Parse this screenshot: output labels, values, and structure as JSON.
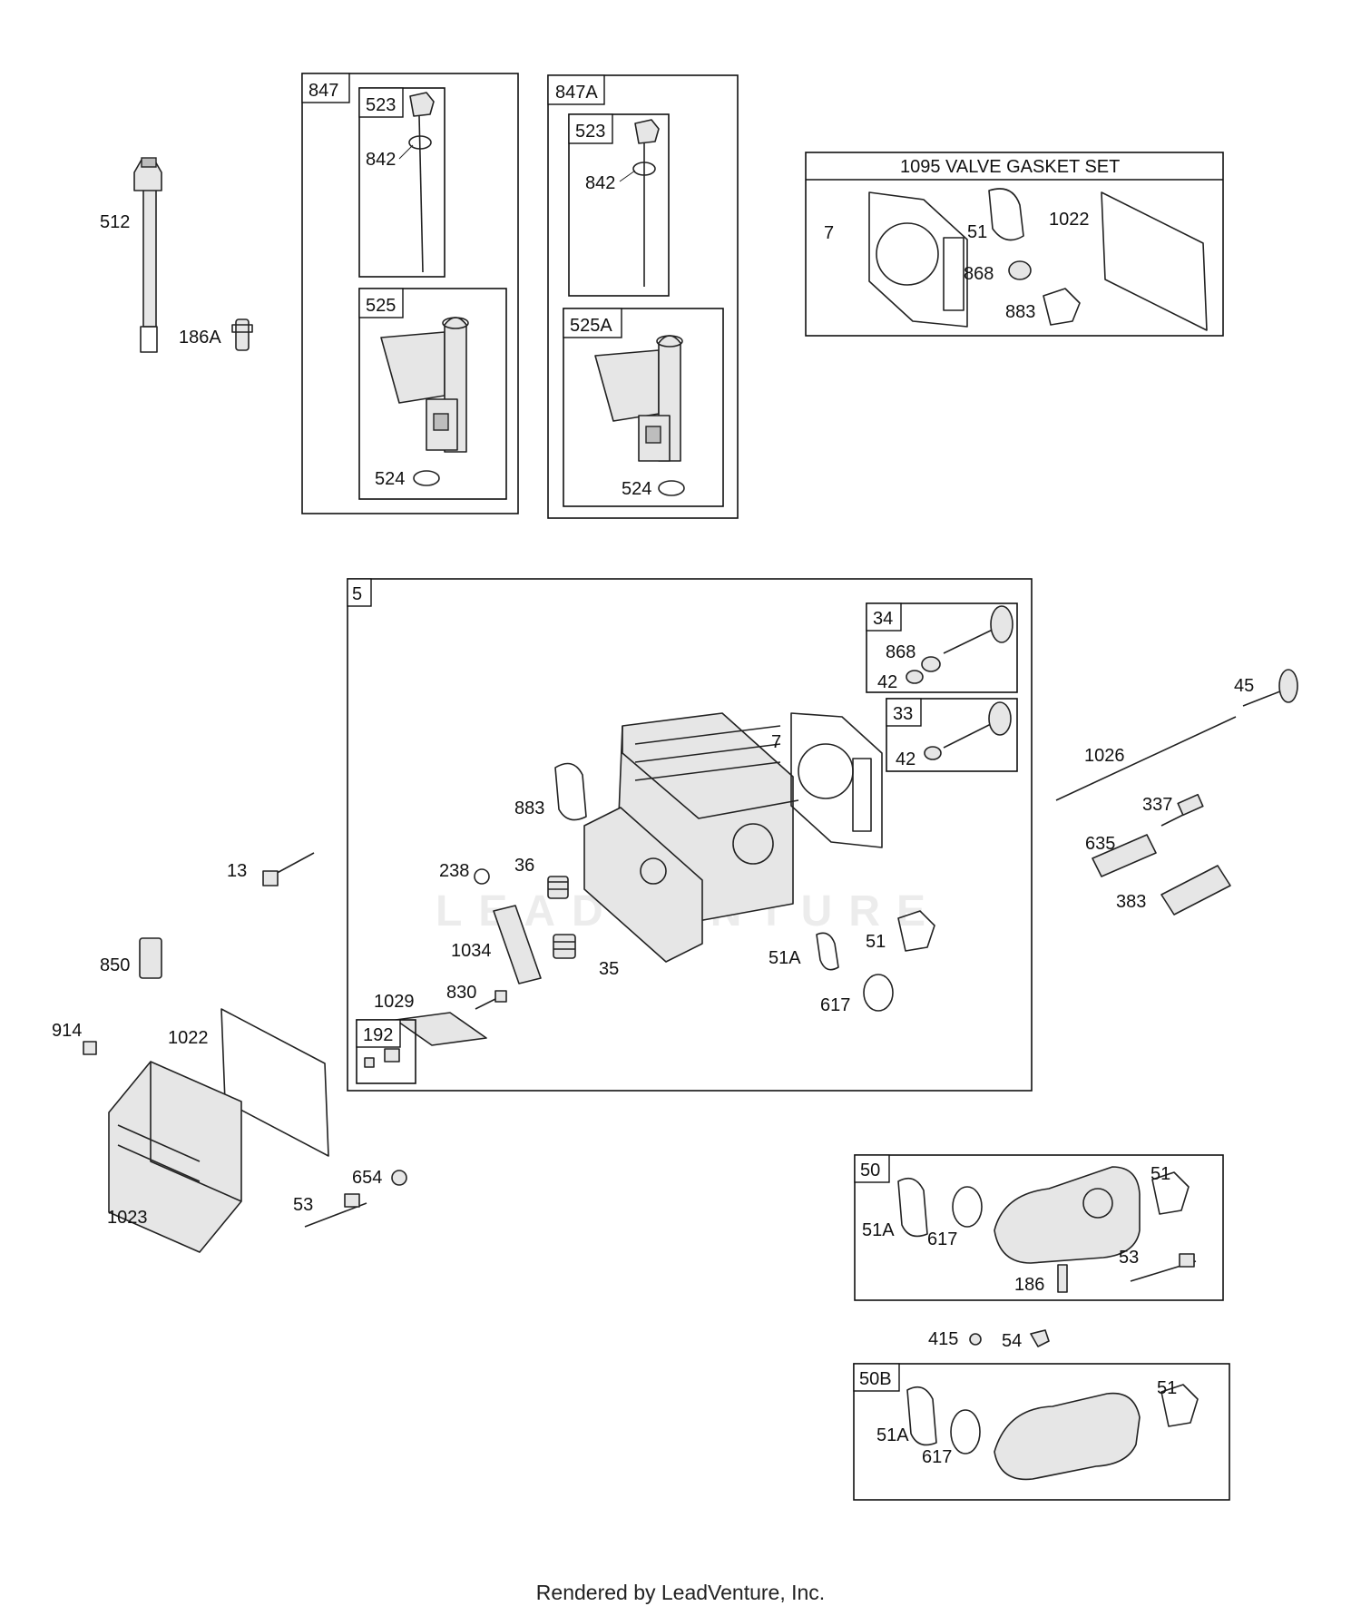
{
  "footer": "Rendered by LeadVenture, Inc.",
  "watermark": "LEADVENTURE",
  "boxes": {
    "b847": "847",
    "b523a": "523",
    "b525": "525",
    "b847A": "847A",
    "b523b": "523",
    "b525A": "525A",
    "b1095": "1095 VALVE GASKET SET",
    "b5": "5",
    "b34": "34",
    "b33": "33",
    "b192": "192",
    "b50": "50",
    "b50B": "50B"
  },
  "labels": {
    "p512": "512",
    "p186A": "186A",
    "p842a": "842",
    "p524a": "524",
    "p842b": "842",
    "p524b": "524",
    "vg7": "7",
    "vg51": "51",
    "vg1022": "1022",
    "vg868": "868",
    "vg883": "883",
    "h868": "868",
    "h42a": "42",
    "h42b": "42",
    "h7": "7",
    "h883": "883",
    "h238": "238",
    "h36": "36",
    "h1034": "1034",
    "h35": "35",
    "h51A": "51A",
    "h51": "51",
    "h617": "617",
    "h830": "830",
    "h1029": "1029",
    "p45": "45",
    "p1026": "1026",
    "p337": "337",
    "p635": "635",
    "p383": "383",
    "p13": "13",
    "p850": "850",
    "p914": "914",
    "p1022": "1022",
    "p654": "654",
    "p53": "53",
    "p1023": "1023",
    "e51A": "51A",
    "e617": "617",
    "e51": "51",
    "e53": "53",
    "e186": "186",
    "p415": "415",
    "p54": "54",
    "f51A": "51A",
    "f617": "617",
    "f51": "51"
  }
}
